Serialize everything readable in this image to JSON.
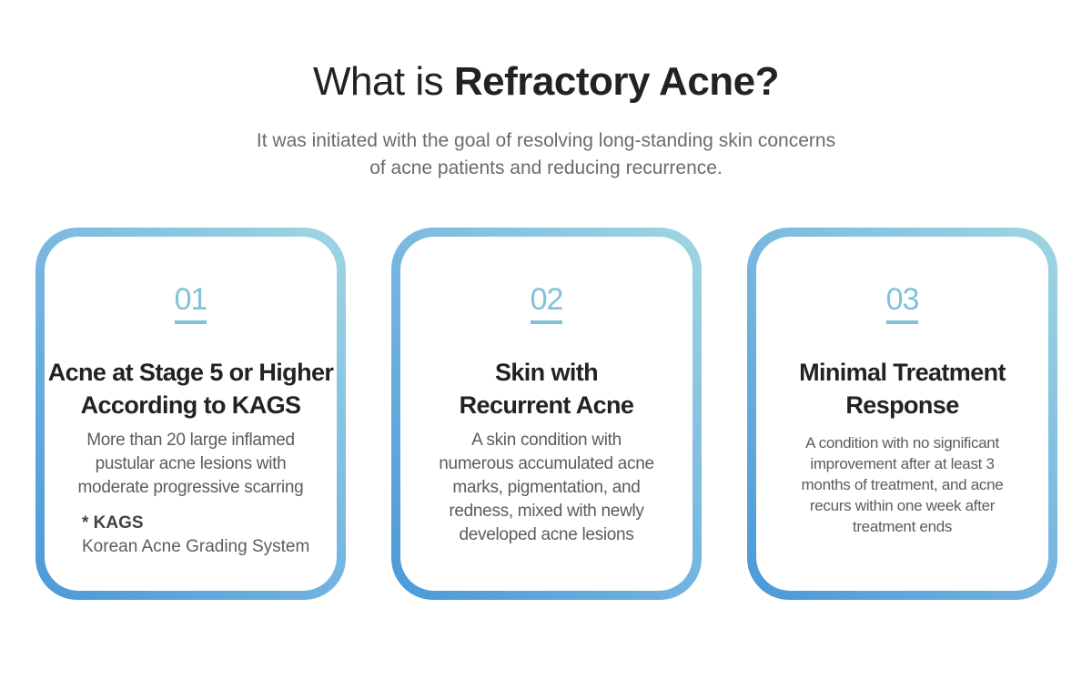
{
  "header": {
    "title_prefix": "What is ",
    "title_emphasis": "Refractory Acne?",
    "subtitle_lines": [
      "It was initiated with the goal of resolving long-standing skin concerns",
      "of acne patients and reducing recurrence."
    ]
  },
  "cards": [
    {
      "number": "01",
      "title_lines": [
        "Acne at Stage 5 or Higher",
        "According to KAGS"
      ],
      "description_lines": [
        "More than 20 large inflamed",
        "pustular acne lesions with",
        "moderate progressive scarring"
      ],
      "note_label": "* KAGS",
      "note_text": "Korean Acne Grading System"
    },
    {
      "number": "02",
      "title_lines": [
        "Skin with",
        "Recurrent Acne"
      ],
      "description_lines": [
        "A skin condition with",
        "numerous accumulated acne",
        "marks, pigmentation, and",
        "redness, mixed with newly",
        "developed acne lesions"
      ]
    },
    {
      "number": "03",
      "title_lines": [
        "Minimal Treatment",
        "Response"
      ],
      "description_lines": [
        "A condition with no significant",
        "improvement after at least 3",
        "months of treatment, and acne",
        "recurs within one week after",
        "treatment ends"
      ]
    }
  ],
  "colors": {
    "accent": "#7ec3da",
    "gradient_start": "#4a99d8",
    "gradient_end": "#9fd6e2",
    "title_text": "#222222",
    "body_text": "#5c5c5c"
  }
}
